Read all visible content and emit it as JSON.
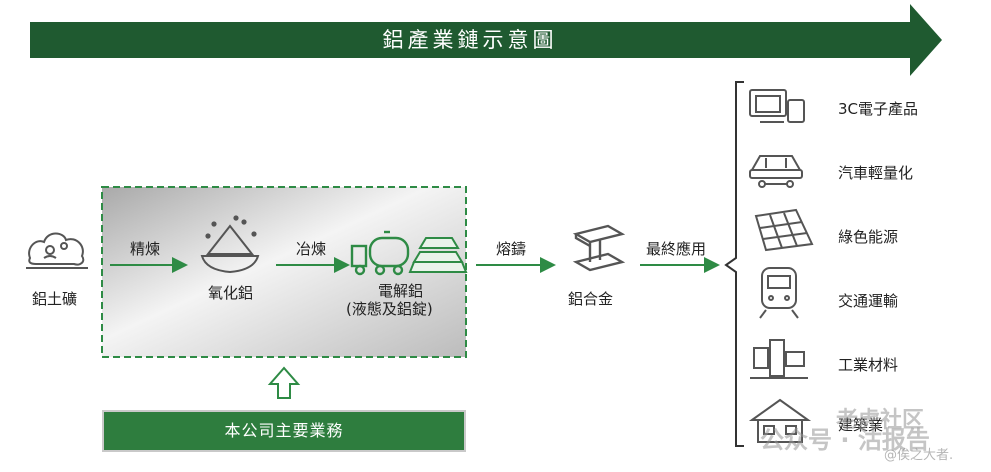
{
  "banner": {
    "title": "鋁產業鏈示意圖"
  },
  "chain": {
    "bauxite": "鋁土礦",
    "refining": "精煉",
    "alumina": "氧化鋁",
    "smelting": "冶煉",
    "electrolytic_line1": "電解鋁",
    "electrolytic_line2": "(液態及鋁錠)",
    "casting": "熔鑄",
    "alloy": "鋁合金",
    "final_use": "最終應用"
  },
  "applications": [
    {
      "label": "3C電子產品",
      "icon": "electronics-icon"
    },
    {
      "label": "汽車輕量化",
      "icon": "car-icon"
    },
    {
      "label": "綠色能源",
      "icon": "solar-panel-icon"
    },
    {
      "label": "交通運輸",
      "icon": "train-icon"
    },
    {
      "label": "工業材料",
      "icon": "industrial-machine-icon"
    },
    {
      "label": "建築業",
      "icon": "building-icon"
    }
  ],
  "business_box": {
    "label": "本公司主要業務"
  },
  "watermark": {
    "line1": "老虎社区",
    "line2": "公众号 · 沽报告",
    "line3": "@俟之大者."
  },
  "colors": {
    "dark_green": "#1f5a30",
    "green": "#2e8b45",
    "grey_box": "#bdbdbd",
    "icon_stroke": "#555555"
  }
}
